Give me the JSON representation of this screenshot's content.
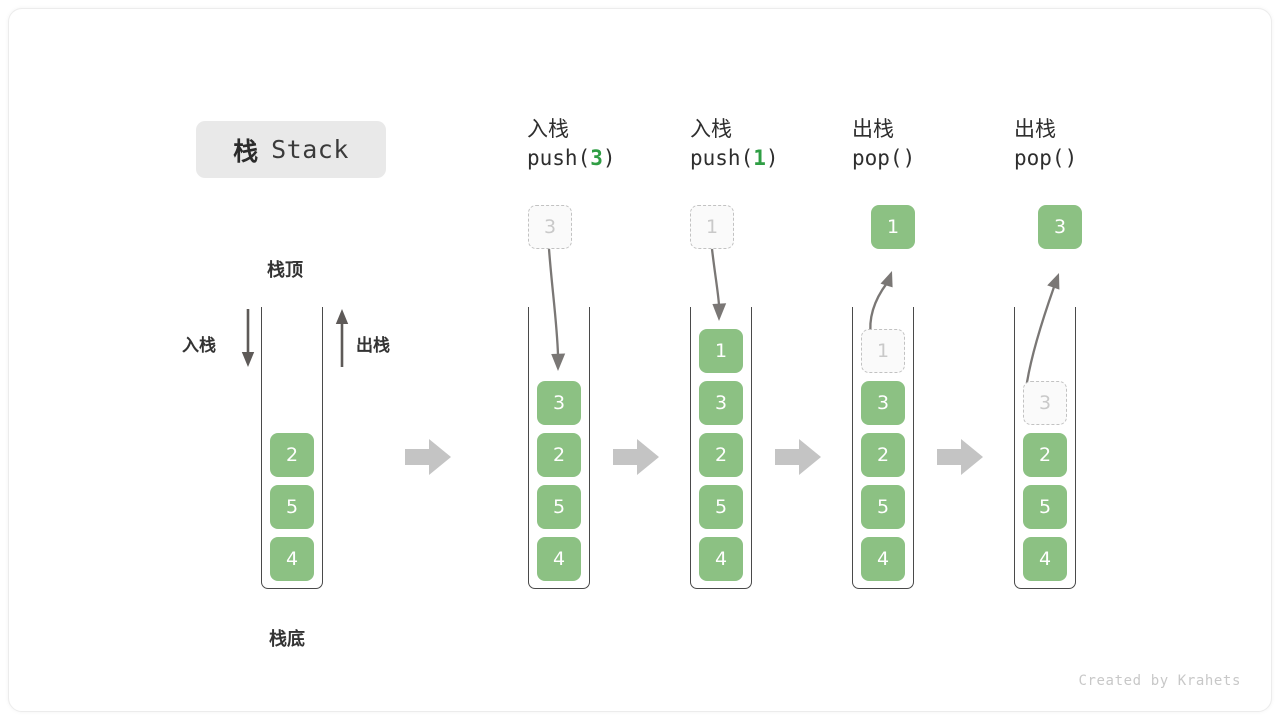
{
  "figure": {
    "title_cn": "栈",
    "title_en": "Stack",
    "credit": "Created by Krahets",
    "accent_green": "#8cc183",
    "accent_green_text": "#2f9e44",
    "ghost_gray": "#c9c9c9",
    "line_gray": "#4a4a4a",
    "sep_arrow_gray": "#c4c4c4"
  },
  "base_stack": {
    "top_label": "栈顶",
    "bottom_label": "栈底",
    "push_label": "入栈",
    "pop_label": "出栈",
    "cells": [
      "2",
      "5",
      "4"
    ]
  },
  "steps": [
    {
      "id": "push-3",
      "op_cn": "入栈",
      "op_code_prefix": "push(",
      "op_code_arg": "3",
      "op_code_suffix": ")",
      "floating": {
        "value": "3",
        "kind": "ghost",
        "direction": "in"
      },
      "cells": [
        {
          "value": "3",
          "kind": "filled"
        },
        {
          "value": "2",
          "kind": "filled"
        },
        {
          "value": "5",
          "kind": "filled"
        },
        {
          "value": "4",
          "kind": "filled"
        }
      ]
    },
    {
      "id": "push-1",
      "op_cn": "入栈",
      "op_code_prefix": "push(",
      "op_code_arg": "1",
      "op_code_suffix": ")",
      "floating": {
        "value": "1",
        "kind": "ghost",
        "direction": "in"
      },
      "cells": [
        {
          "value": "1",
          "kind": "filled"
        },
        {
          "value": "3",
          "kind": "filled"
        },
        {
          "value": "2",
          "kind": "filled"
        },
        {
          "value": "5",
          "kind": "filled"
        },
        {
          "value": "4",
          "kind": "filled"
        }
      ]
    },
    {
      "id": "pop-1",
      "op_cn": "出栈",
      "op_code_prefix": "pop(",
      "op_code_arg": "",
      "op_code_suffix": ")",
      "floating": {
        "value": "1",
        "kind": "filled",
        "direction": "out"
      },
      "cells": [
        {
          "value": "1",
          "kind": "ghost"
        },
        {
          "value": "3",
          "kind": "filled"
        },
        {
          "value": "2",
          "kind": "filled"
        },
        {
          "value": "5",
          "kind": "filled"
        },
        {
          "value": "4",
          "kind": "filled"
        }
      ]
    },
    {
      "id": "pop-3",
      "op_cn": "出栈",
      "op_code_prefix": "pop(",
      "op_code_arg": "",
      "op_code_suffix": ")",
      "floating": {
        "value": "3",
        "kind": "filled",
        "direction": "out"
      },
      "cells": [
        {
          "value": "3",
          "kind": "ghost"
        },
        {
          "value": "2",
          "kind": "filled"
        },
        {
          "value": "5",
          "kind": "filled"
        },
        {
          "value": "4",
          "kind": "filled"
        }
      ]
    }
  ]
}
